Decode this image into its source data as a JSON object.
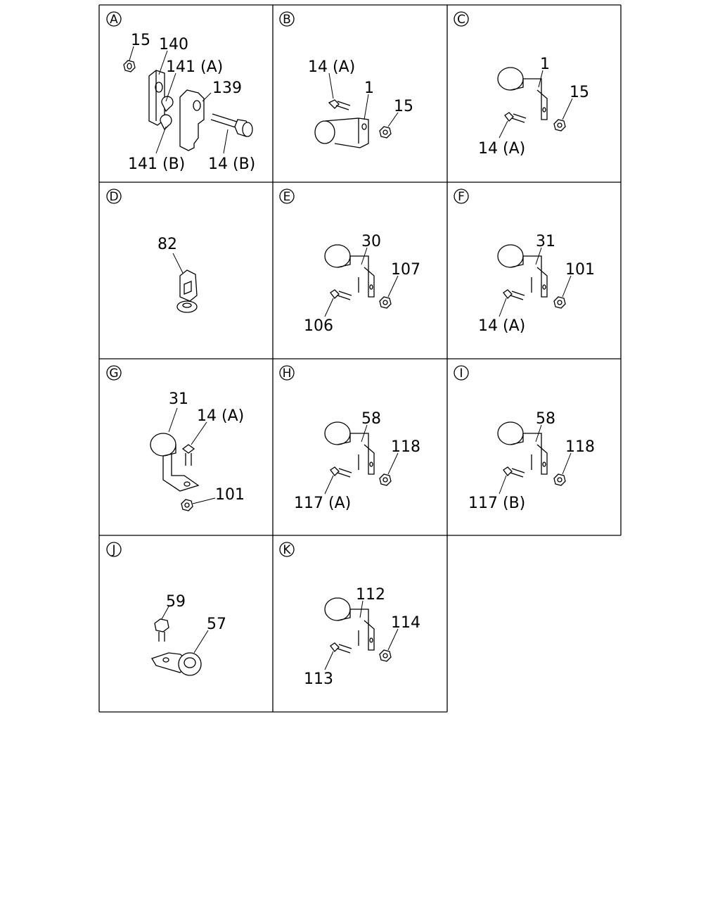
{
  "panels": [
    {
      "letter": "A",
      "labels": [
        "15",
        "140",
        "141 (A)",
        "139",
        "141 (B)",
        "14 (B)"
      ]
    },
    {
      "letter": "B",
      "labels": [
        "14 (A)",
        "1",
        "15"
      ]
    },
    {
      "letter": "C",
      "labels": [
        "1",
        "15",
        "14 (A)"
      ]
    },
    {
      "letter": "D",
      "labels": [
        "82"
      ]
    },
    {
      "letter": "E",
      "labels": [
        "30",
        "107",
        "106"
      ]
    },
    {
      "letter": "F",
      "labels": [
        "31",
        "101",
        "14 (A)"
      ]
    },
    {
      "letter": "G",
      "labels": [
        "31",
        "14 (A)",
        "101"
      ]
    },
    {
      "letter": "H",
      "labels": [
        "58",
        "118",
        "117 (A)"
      ]
    },
    {
      "letter": "I",
      "labels": [
        "58",
        "118",
        "117 (B)"
      ]
    },
    {
      "letter": "J",
      "labels": [
        "59",
        "57"
      ]
    },
    {
      "letter": "K",
      "labels": [
        "112",
        "114",
        "113"
      ]
    }
  ]
}
